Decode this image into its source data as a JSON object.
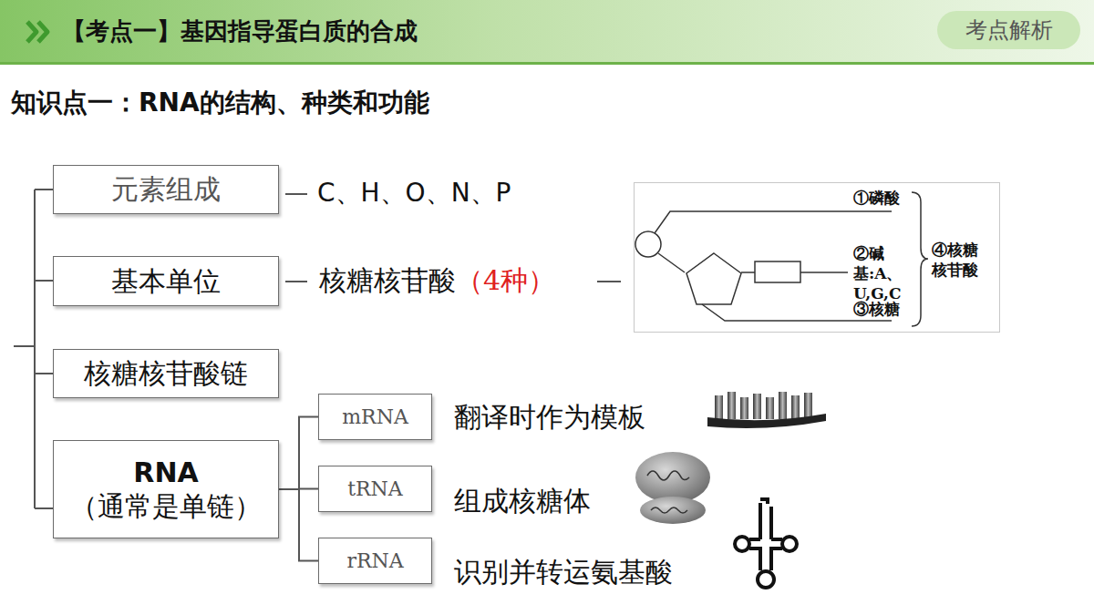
{
  "diagram": {
    "title": "【考点一】基因指导蛋白质的合成",
    "nodes": [
      {
        "text": [
          "考点解析"
        ]
      },
      {
        "text": [
          "元素组成"
        ]
      },
      {
        "text": [
          "基本单位"
        ]
      },
      {
        "text": [
          "核糖核苷酸链"
        ]
      },
      {
        "text": [
          "RNA",
          "（通常是单链）"
        ]
      },
      {
        "text": [
          "①磷酸",
          "②碱基:A、 U,G,C",
          "③核糖",
          "④核糖 核苷酸"
        ]
      },
      {
        "text": [
          "mRNA"
        ]
      },
      {
        "text": [
          "tRNA"
        ]
      },
      {
        "text": [
          "rRNA"
        ]
      }
    ],
    "edges": [
      {
        "from": 4,
        "to": 6,
        "arrow": "none"
      },
      {
        "from": 4,
        "to": 7,
        "arrow": "none"
      },
      {
        "from": 4,
        "to": 8,
        "arrow": "none"
      }
    ],
    "labels": [
      "知识点一：RNA的结构、种类和功能",
      "C、H、O、N、P",
      "核糖核苷酸",
      "（4种）",
      "翻译时作为模板",
      "组成核糖体",
      "识别并转运氨基酸"
    ]
  }
}
